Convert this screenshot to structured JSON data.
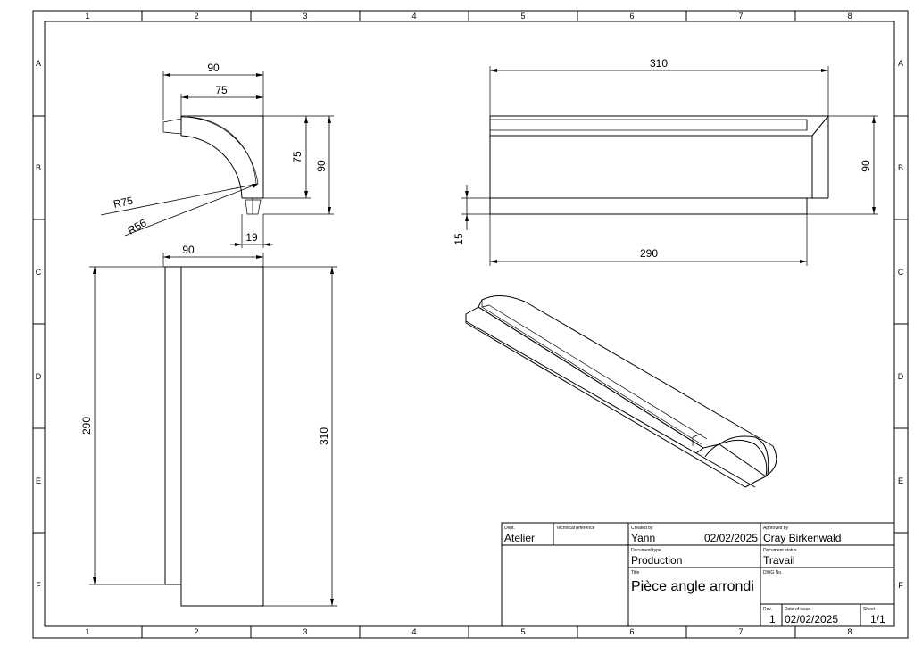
{
  "zones": {
    "columns": [
      "1",
      "2",
      "3",
      "4",
      "5",
      "6",
      "7",
      "8"
    ],
    "rows": [
      "A",
      "B",
      "C",
      "D",
      "E",
      "F"
    ]
  },
  "dimensions": {
    "top_width_outer": "90",
    "top_width_inner": "75",
    "top_height_inner": "75",
    "top_height_outer": "90",
    "radius_outer": "R75",
    "radius_inner": "R56",
    "slot_width": "19",
    "front_width": "90",
    "front_length_inner": "290",
    "front_length_outer": "310",
    "side_length_outer": "310",
    "side_height": "90",
    "side_step": "15",
    "side_length_inner": "290"
  },
  "title_block": {
    "dept_label": "Dept.",
    "dept": "Atelier",
    "techref_label": "Technical reference",
    "created_label": "Created by",
    "created_by": "Yann",
    "created_date": "02/02/2025",
    "approved_label": "Approved by",
    "approved_by": "Cray Birkenwald",
    "doctype_label": "Document type",
    "doctype": "Production",
    "docstatus_label": "Document status",
    "docstatus": "Travail",
    "title_label": "Title",
    "title": "Pièce angle arrondi",
    "dwg_label": "DWG No.",
    "rev_label": "Rev.",
    "rev": "1",
    "issue_label": "Date of issue",
    "issue_date": "02/02/2025",
    "sheet_label": "Sheet",
    "sheet": "1/1"
  }
}
